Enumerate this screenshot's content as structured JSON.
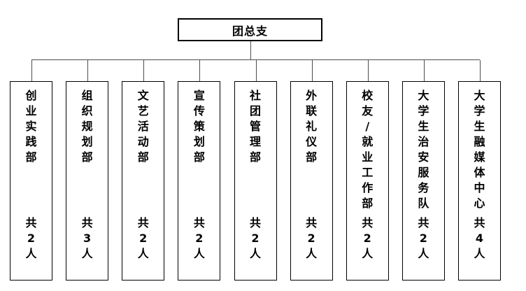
{
  "root": {
    "label": "团总支"
  },
  "departments": [
    {
      "name": "创业实践部",
      "count": "共2人"
    },
    {
      "name": "组织规划部",
      "count": "共3人"
    },
    {
      "name": "文艺活动部",
      "count": "共2人"
    },
    {
      "name": "宣传策划部",
      "count": "共2人"
    },
    {
      "name": "社团管理部",
      "count": "共2人"
    },
    {
      "name": "外联礼仪部",
      "count": "共2人"
    },
    {
      "name": "校友/就业工作部",
      "count": "共2人"
    },
    {
      "name": "大学生治安服务队",
      "count": "共2人"
    },
    {
      "name": "大学生融媒体中心",
      "count": "共4人"
    }
  ],
  "colors": {
    "background": "#ffffff",
    "box_border": "#000000",
    "text": "#000000",
    "connector": "#4d4d4d"
  }
}
